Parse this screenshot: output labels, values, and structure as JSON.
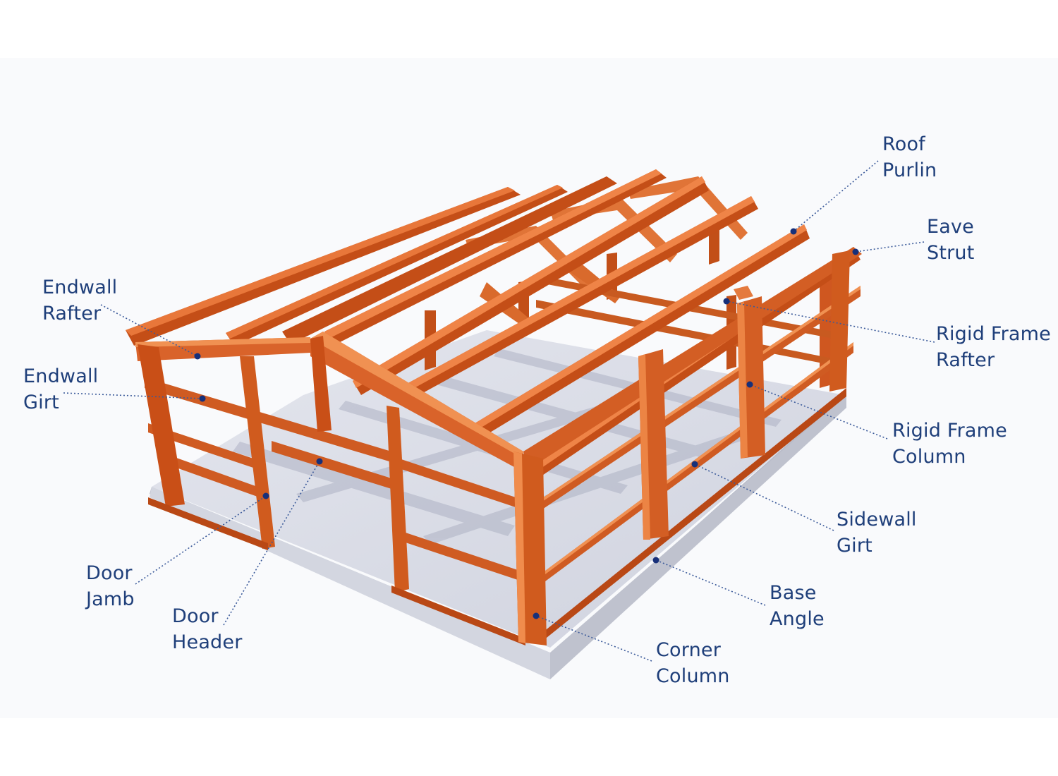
{
  "diagram": {
    "colors": {
      "steel": "#d4581e",
      "steel_light": "#ee8a4e",
      "steel_dark": "#a5400f",
      "slab": "#c9ccd8",
      "label_text": "#1f3f7a",
      "leader": "#3b5a9a"
    },
    "labels": {
      "roof_purlin": [
        "Roof",
        "Purlin"
      ],
      "eave_strut": [
        "Eave",
        "Strut"
      ],
      "endwall_rafter": [
        "Endwall",
        "Rafter"
      ],
      "rigid_frame_rafter": [
        "Rigid Frame",
        "Rafter"
      ],
      "endwall_girt": [
        "Endwall",
        "Girt"
      ],
      "rigid_frame_column": [
        "Rigid Frame",
        "Column"
      ],
      "sidewall_girt": [
        "Sidewall",
        "Girt"
      ],
      "base_angle": [
        "Base",
        "Angle"
      ],
      "door_jamb": [
        "Door",
        "Jamb"
      ],
      "door_header": [
        "Door",
        "Header"
      ],
      "corner_column": [
        "Corner",
        "Column"
      ]
    }
  }
}
